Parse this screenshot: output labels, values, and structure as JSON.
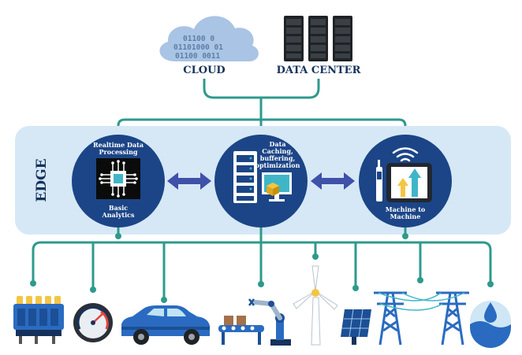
{
  "top": {
    "cloud_label": "CLOUD",
    "datacenter_label": "DATA CENTER",
    "binary_lines": [
      "01100 0",
      "01101000 01",
      "01100 0011"
    ]
  },
  "edge": {
    "label": "EDGE",
    "nodes": [
      {
        "caption_top": [
          "Realtime Data",
          "Processing"
        ],
        "caption_bottom": [
          "Basic",
          "Analytics"
        ]
      },
      {
        "caption_top": [
          "Data",
          "Caching,",
          "buffering,",
          "optimization"
        ],
        "caption_bottom": []
      },
      {
        "caption_top": [],
        "caption_bottom": [
          "Machine to",
          "Machine"
        ]
      }
    ]
  },
  "devices": [
    "engine",
    "gauge",
    "car",
    "robot-arm",
    "wind-turbine",
    "solar-panel",
    "power-tower",
    "water-drop"
  ],
  "colors": {
    "navy": "#16325c",
    "circle": "#1c4587",
    "teal": "#2e9a8c",
    "band": "#d6e8f6",
    "arrow": "#3f51a8",
    "cloud": "#a9c4e4",
    "device_blue": "#2a6bc1"
  }
}
